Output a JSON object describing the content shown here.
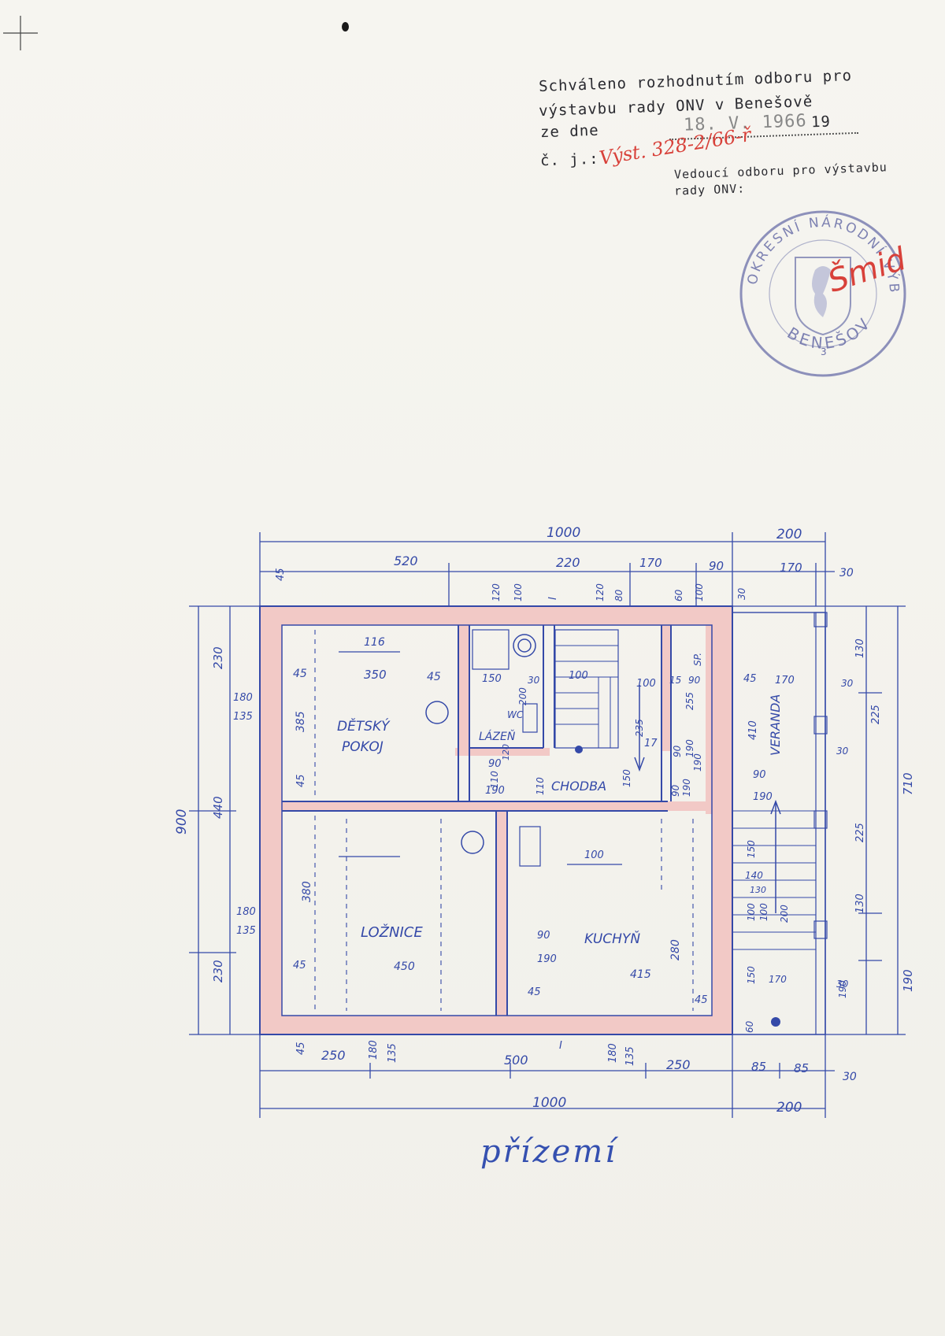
{
  "approval": {
    "line1": "Schváleno rozhodnutím odboru pro",
    "line2": "výstavbu rady ONV v Benešově",
    "line3_label": "ze dne",
    "line3_date": "18. V. 1966",
    "line3_year": "19",
    "line4_label": "č. j.:",
    "ref_number": "Výst. 328-2/66-ř",
    "line5": "Vedoucí odboru pro výstavbu",
    "line6": "rady ONV:"
  },
  "seal": {
    "top_text": "OKRESNÍ NÁRODNÍ VÝBOR",
    "bottom_text": "BENEŠOV",
    "seal_number": "3",
    "signature": "Šmid"
  },
  "rooms": {
    "detsky_pokoj_1": "DĚTSKÝ",
    "detsky_pokoj_2": "POKOJ",
    "lazen": "LÁZEŇ",
    "wc": "WC",
    "chodba": "CHODBA",
    "loznice": "LOŽNICE",
    "kuchyn": "KUCHYŇ",
    "veranda": "VERANDA",
    "sp": "SP."
  },
  "dimensions": {
    "top_total": "1000",
    "top_right": "200",
    "top_520": "520",
    "top_220": "220",
    "top_170a": "170",
    "top_90": "90",
    "top_170b": "170",
    "top_30": "30",
    "bottom_total": "1000",
    "bottom_right": "200",
    "bottom_250a": "250",
    "bottom_500": "500",
    "bottom_250b": "250",
    "bottom_85a": "85",
    "bottom_85b": "85",
    "bottom_30": "30",
    "bottom_45": "45",
    "bottom_180a": "180",
    "bottom_135a": "135",
    "bottom_180b": "180",
    "bottom_135b": "135",
    "left_total": "900",
    "left_230a": "230",
    "left_440": "440",
    "left_230b": "230",
    "left_180a": "180",
    "left_135a": "135",
    "left_180b": "180",
    "left_135b": "135",
    "left_45": "45",
    "right_710": "710",
    "right_190": "190",
    "right_130a": "130",
    "right_225a": "225",
    "right_225b": "225",
    "right_130b": "130",
    "right_190b": "190",
    "right_30a": "30",
    "right_30b": "30",
    "right_30c": "30",
    "right_30d": "30",
    "d_116": "116",
    "d_350": "350",
    "d_45a": "45",
    "d_45b": "45",
    "d_45c": "45",
    "d_385": "385",
    "d_150": "150",
    "d_30": "30",
    "d_200": "200",
    "d_100a": "100",
    "d_100b": "100",
    "d_235": "235",
    "d_255": "255",
    "d_15": "15",
    "d_90a": "90",
    "d_90b": "90",
    "d_190a": "190",
    "d_190b": "190",
    "d_110": "110",
    "d_150b": "150",
    "d_120a": "120",
    "d_100c": "100",
    "d_120b": "120",
    "d_80": "80",
    "d_60": "60",
    "d_100d": "100",
    "d_30t": "30",
    "d_45r": "45",
    "d_170v": "170",
    "d_410": "410",
    "d_90v": "90",
    "d_190v": "190",
    "d_110b": "110",
    "d_380": "380",
    "d_45l": "45",
    "d_450": "450",
    "d_100k": "100",
    "d_90k": "90",
    "d_190k": "190",
    "d_280": "280",
    "d_415": "415",
    "d_45k": "45",
    "d_45k2": "45",
    "d_150v": "150",
    "d_140": "140",
    "d_130v": "130",
    "d_100v": "100",
    "d_100v2": "100",
    "d_200v": "200",
    "d_150v2": "150",
    "d_170v2": "170",
    "d_60v": "60",
    "d_90w": "90",
    "d_190w": "190",
    "d_90x": "90",
    "d_190x": "190",
    "d_120w": "120",
    "sec_top": "I",
    "sec_bottom": "I",
    "d_17": "17"
  },
  "caption": "přízemí",
  "colors": {
    "ink": "#3449a8",
    "wall_fill": "#f2c9c6",
    "stamp_ink": "#2a2a30",
    "red_ink": "#d8413a",
    "seal_ink": "#6a6fa8"
  }
}
